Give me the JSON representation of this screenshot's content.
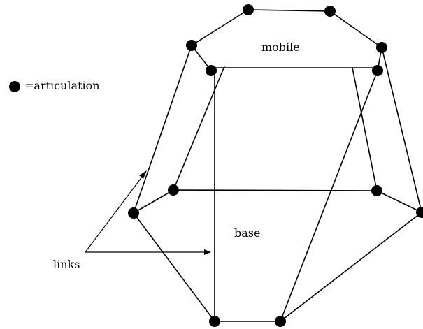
{
  "labels": {
    "mobile": "mobile",
    "base": "base",
    "links": "links",
    "legend": "=articulation"
  },
  "colors": {
    "stroke": "#000000",
    "background": "#ffffff"
  }
}
